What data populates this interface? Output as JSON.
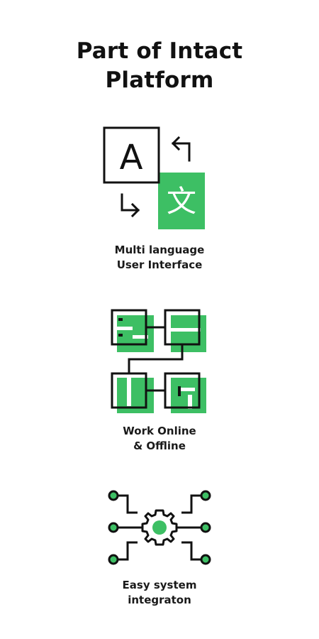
{
  "title": {
    "line1": "Part of Intact",
    "line2": "Platform"
  },
  "colors": {
    "accent": "#3dbf64",
    "ink": "#111111",
    "background": "#ffffff"
  },
  "features": [
    {
      "icon": "translate-icon",
      "glyph_left": "A",
      "glyph_right": "文",
      "line1": "Multi language",
      "line2": "User Interface"
    },
    {
      "icon": "sync-windows-icon",
      "line1": "Work Online",
      "line2": "& Offline"
    },
    {
      "icon": "gear-network-icon",
      "line1": "Easy system",
      "line2": "integraton"
    }
  ]
}
